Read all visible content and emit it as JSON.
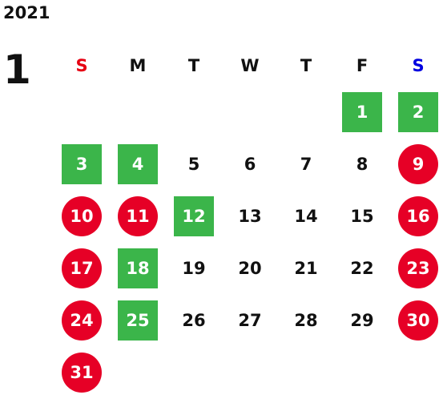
{
  "calendar": {
    "year": "2021",
    "month": "1",
    "weekdays": [
      {
        "label": "S",
        "kind": "sun"
      },
      {
        "label": "M",
        "kind": ""
      },
      {
        "label": "T",
        "kind": ""
      },
      {
        "label": "W",
        "kind": ""
      },
      {
        "label": "T",
        "kind": ""
      },
      {
        "label": "F",
        "kind": ""
      },
      {
        "label": "S",
        "kind": "sat"
      }
    ],
    "first_weekday_index": 5,
    "days": [
      {
        "day": "1",
        "type": "holiday"
      },
      {
        "day": "2",
        "type": "holiday"
      },
      {
        "day": "3",
        "type": "holiday"
      },
      {
        "day": "4",
        "type": "holiday"
      },
      {
        "day": "5",
        "type": "normal"
      },
      {
        "day": "6",
        "type": "normal"
      },
      {
        "day": "7",
        "type": "normal"
      },
      {
        "day": "8",
        "type": "normal"
      },
      {
        "day": "9",
        "type": "weekend"
      },
      {
        "day": "10",
        "type": "weekend"
      },
      {
        "day": "11",
        "type": "weekend"
      },
      {
        "day": "12",
        "type": "holiday"
      },
      {
        "day": "13",
        "type": "normal"
      },
      {
        "day": "14",
        "type": "normal"
      },
      {
        "day": "15",
        "type": "normal"
      },
      {
        "day": "16",
        "type": "weekend"
      },
      {
        "day": "17",
        "type": "weekend"
      },
      {
        "day": "18",
        "type": "holiday"
      },
      {
        "day": "19",
        "type": "normal"
      },
      {
        "day": "20",
        "type": "normal"
      },
      {
        "day": "21",
        "type": "normal"
      },
      {
        "day": "22",
        "type": "normal"
      },
      {
        "day": "23",
        "type": "weekend"
      },
      {
        "day": "24",
        "type": "weekend"
      },
      {
        "day": "25",
        "type": "holiday"
      },
      {
        "day": "26",
        "type": "normal"
      },
      {
        "day": "27",
        "type": "normal"
      },
      {
        "day": "28",
        "type": "normal"
      },
      {
        "day": "29",
        "type": "normal"
      },
      {
        "day": "30",
        "type": "weekend"
      },
      {
        "day": "31",
        "type": "weekend"
      }
    ],
    "colors": {
      "holiday": "#3bb54a",
      "weekend": "#e60026",
      "sunday_header": "#e60012",
      "saturday_header": "#0000e0"
    }
  }
}
